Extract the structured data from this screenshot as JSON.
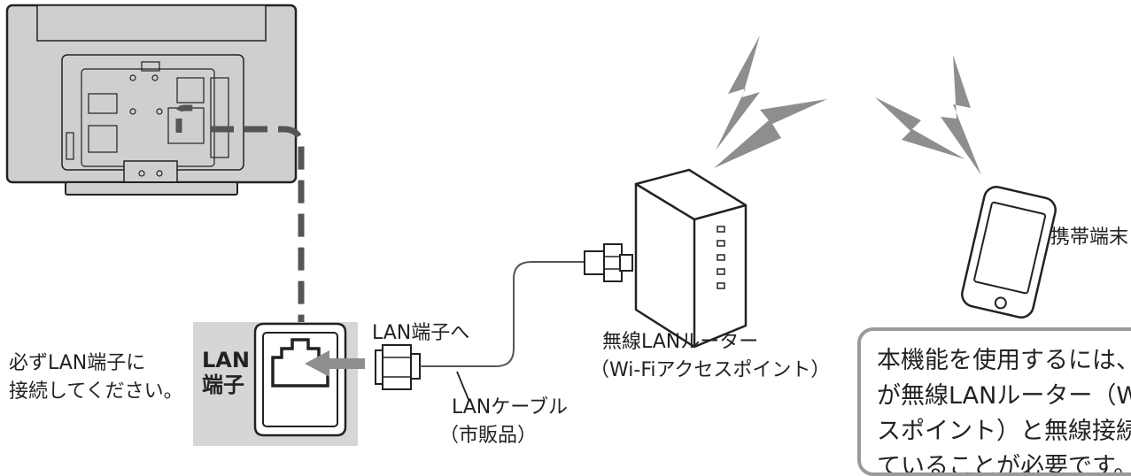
{
  "labels": {
    "mobile": "携帯端末",
    "router_line1": "無線LANルーター",
    "router_line2": "（Wi-Fiアクセスポイント）",
    "to_lan": "LAN端子へ",
    "cable_line1": "LANケーブル",
    "cable_line2": "（市販品）",
    "instruction_line1": "必ずLAN端子に",
    "instruction_line2": "接続してください。",
    "lan_terminal_line1": "LAN",
    "lan_terminal_line2": "端子"
  },
  "note": {
    "lines": [
      "本機能を使用するには、",
      "が無線LANルーター（Wi",
      "スポイント）と無線接続",
      "ていることが必要です。"
    ]
  },
  "colors": {
    "outline": "#222222",
    "tv_fill": "#cfcfcf",
    "dash_arrow": "#555555",
    "signal": "#8e8e8e",
    "lan_panel_bg": "#d6d6d6",
    "note_border": "#9a9a9a"
  }
}
